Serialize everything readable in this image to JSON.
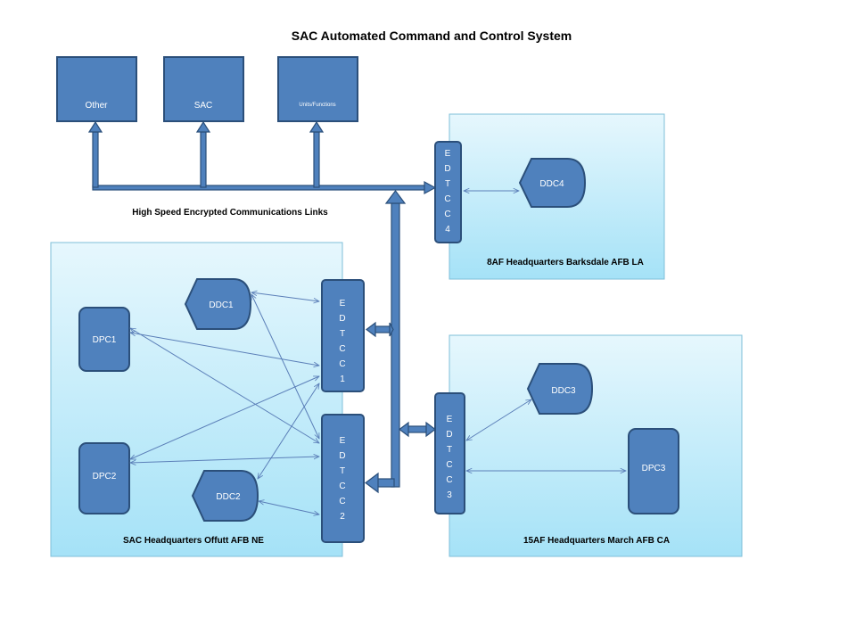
{
  "title": "SAC Automated Command and Control System",
  "comm_links_label": "High Speed Encrypted Communications  Links",
  "top_boxes": {
    "other": "Other",
    "sac": "SAC",
    "units": "Units/Functions"
  },
  "regions": {
    "barksdale": {
      "label": "8AF Headquarters Barksdale AFB LA",
      "edtcc": [
        "E",
        "D",
        "T",
        "C",
        "C",
        "4"
      ],
      "ddc": "DDC4"
    },
    "offutt": {
      "label": "SAC Headquarters Offutt AFB NE",
      "edtcc1": [
        "E",
        "D",
        "T",
        "C",
        "C",
        "1"
      ],
      "edtcc2": [
        "E",
        "D",
        "T",
        "C",
        "C",
        "2"
      ],
      "ddc1": "DDC1",
      "ddc2": "DDC2",
      "dpc1": "DPC1",
      "dpc2": "DPC2"
    },
    "march": {
      "label": "15AF Headquarters March AFB CA",
      "edtcc": [
        "E",
        "D",
        "T",
        "C",
        "C",
        "3"
      ],
      "ddc": "DDC3",
      "dpc": "DPC3"
    }
  },
  "colors": {
    "node_fill": "#4f81bd",
    "node_border": "#2b4f7a",
    "region_gradient_top": "#e6f7fd",
    "region_gradient_bottom": "#a5e2f7"
  }
}
